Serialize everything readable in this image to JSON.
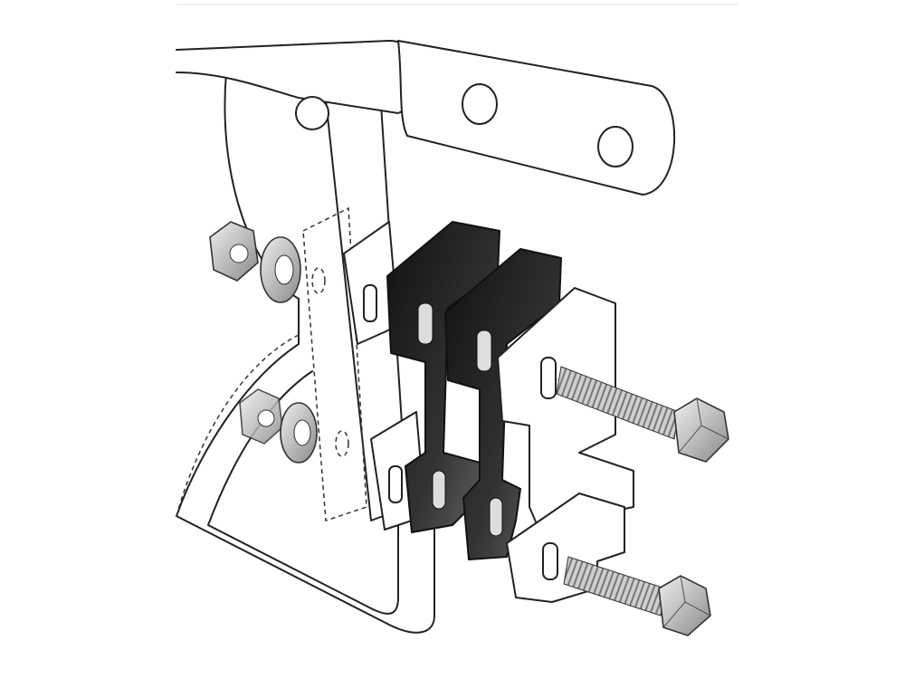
{
  "illustration": {
    "colors": {
      "background": "#ffffff",
      "outline": "#222222",
      "spacer_blocks": "#2a2a2a",
      "hardware": "#c8c8c8"
    },
    "parts": [
      "frame-tube",
      "mounting-bracket",
      "spacer-blocks",
      "clamps",
      "bolts",
      "nuts",
      "washers"
    ]
  }
}
